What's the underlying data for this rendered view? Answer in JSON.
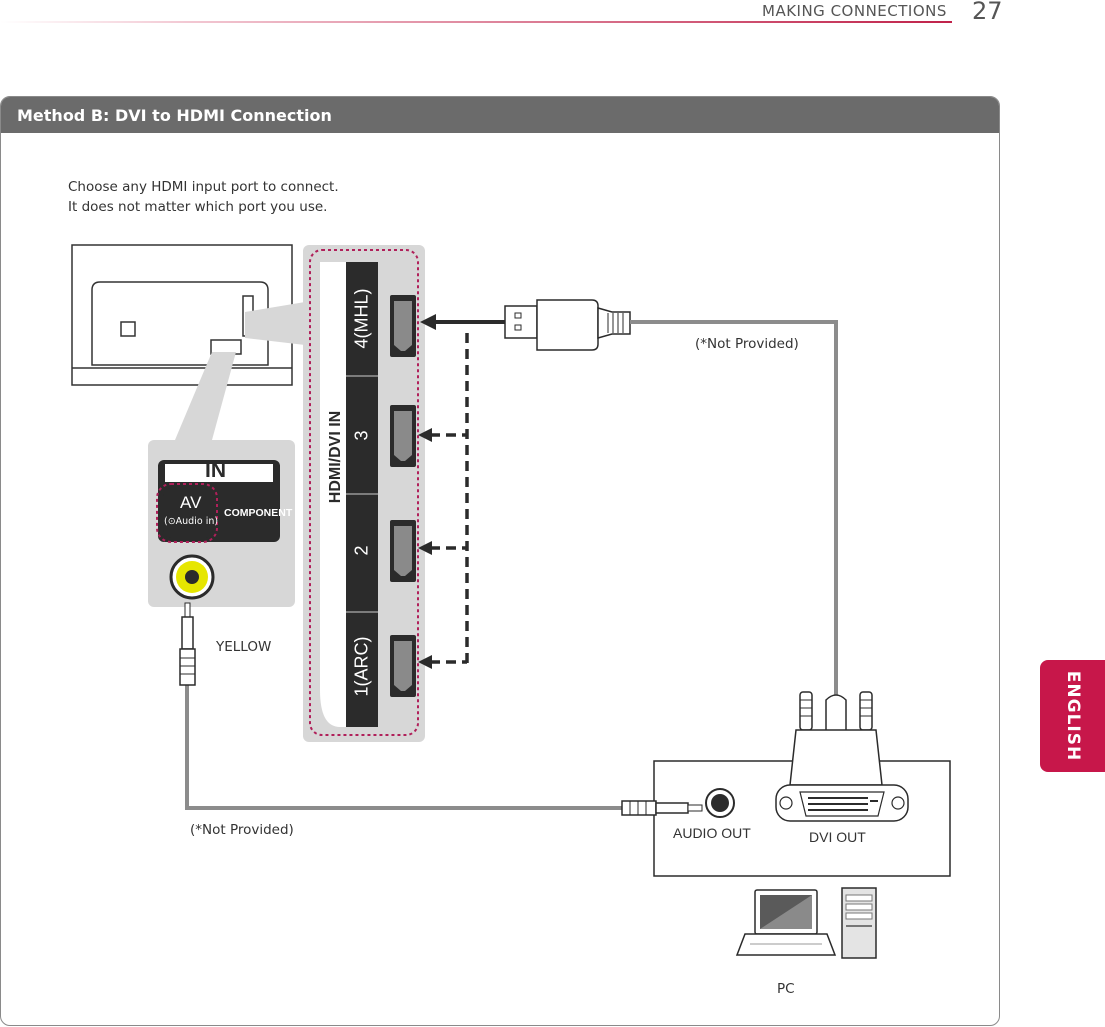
{
  "header": {
    "section_title": "MAKING CONNECTIONS",
    "page_number": "27",
    "language_tab": "ENGLISH"
  },
  "panel": {
    "title": "Method B: DVI to HDMI Connection",
    "instructions": [
      "Choose any HDMI input port to connect.",
      "It does not matter which port you use."
    ]
  },
  "tv_panel": {
    "in_label": "IN",
    "av_label": "AV",
    "av_sub_label": "(⊙Audio in)",
    "component_label": "COMPONENT",
    "hdmi_group_label": "HDMI/DVI IN",
    "hdmi_ports": [
      "4(MHL)",
      "3",
      "2",
      "1(ARC)"
    ]
  },
  "labels": {
    "yellow": "YELLOW",
    "not_provided_top": "(*Not Provided)",
    "not_provided_bottom": "(*Not Provided)",
    "audio_out": "AUDIO OUT",
    "dvi_out": "DVI OUT",
    "pc": "PC"
  },
  "colors": {
    "accent": "#c7174a",
    "panel_header": "#6b6b6b",
    "cable": "#8c8c8c",
    "yellow_jack": "#e6e600",
    "dashed_outline": "#b0205a"
  }
}
